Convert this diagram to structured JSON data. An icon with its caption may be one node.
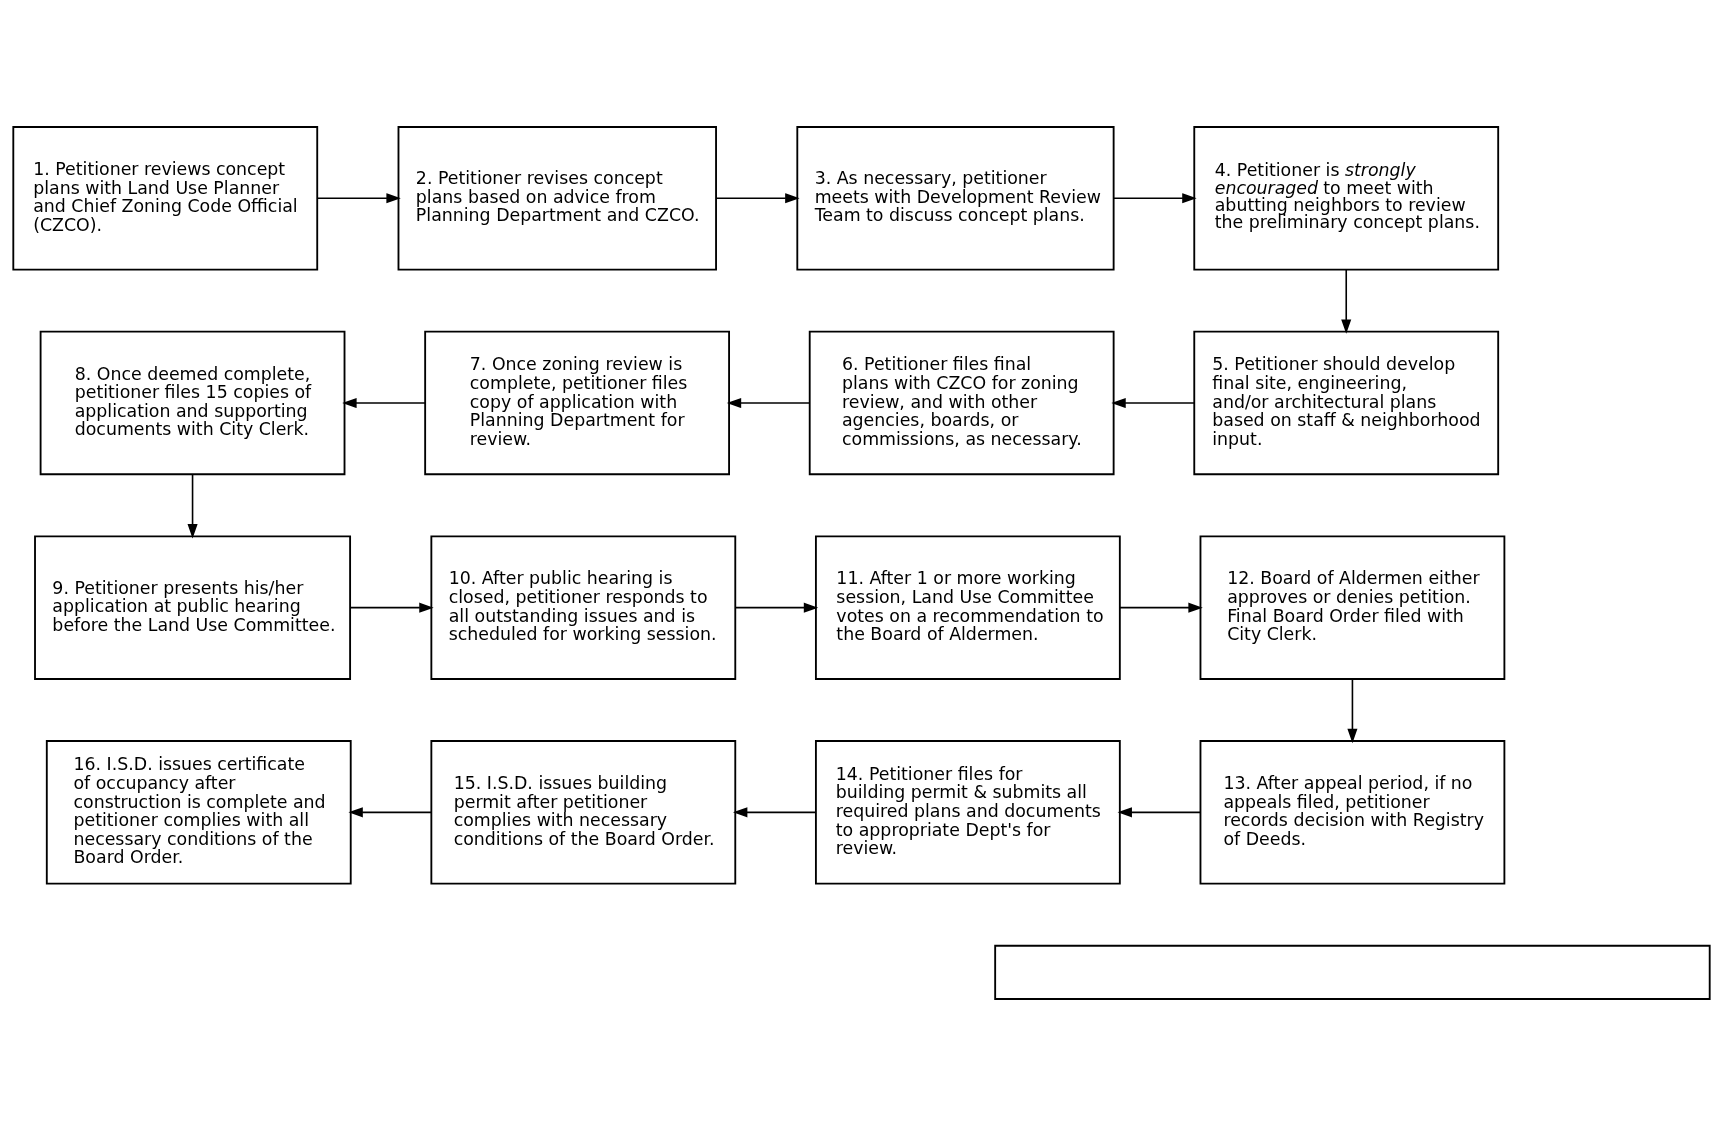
{
  "diagram": {
    "nodes": [
      {
        "text": [
          "1. Petitioner reviews concept plans with Land Use Planner and Chief Zoning Code Official (CZCO)."
        ]
      },
      {
        "text": [
          "2. Petitioner revises concept plans based on advice from Planning Department and CZCO."
        ]
      },
      {
        "text": [
          "3. As necessary, petitioner meets with Development Review Team to discuss concept plans."
        ]
      },
      {
        "text": [
          "4. Petitioner is *strongly* *encouraged* to meet with abutting neighbors to review the preliminary concept plans."
        ]
      },
      {
        "text": [
          "5. Petitioner should develop final site, engineering, and/or architectural plans based on staff & neighborhood input."
        ]
      },
      {
        "text": [
          "6. Petitioner files final plans with CZCO for zoning review, and with other agencies, boards, or commissions, as necessary."
        ]
      },
      {
        "text": [
          "7. Once zoning review is complete, petitioner files copy of application with Planning Department for review."
        ]
      },
      {
        "text": [
          "8. Once deemed complete, petitioner files 15 copies of application and supporting documents with City Clerk."
        ]
      },
      {
        "text": [
          "9. Petitioner presents his/her application at public hearing before the Land Use Committee."
        ]
      },
      {
        "text": [
          "10. After public hearing is closed, petitioner responds to all outstanding issues and is scheduled for working session."
        ]
      },
      {
        "text": [
          "11. After 1 or more working session, Land Use Committee votes on a recommendation to the Board of Aldermen."
        ]
      },
      {
        "text": [
          "12. Board of Aldermen either approves or denies petition. Final Board Order filed with City Clerk."
        ]
      },
      {
        "text": [
          "13. After appeal period, if no appeals filed, petitioner records decision with Registry of Deeds."
        ]
      },
      {
        "text": [
          "14. Petitioner files for building permit & submits all required plans and documents to appropriate Dept's for review."
        ]
      },
      {
        "text": [
          "15. I.S.D. issues building permit after petitioner complies with necessary conditions of the Board Order."
        ]
      },
      {
        "text": [
          "16. I.S.D. issues certificate of occupancy after construction is complete and petitioner complies with all necessary conditions of the Board Order."
        ]
      },
      {
        "text": [],
        "shape": "box"
      }
    ],
    "edges": [
      {
        "from": 0,
        "to": 1,
        "arrow": "to"
      },
      {
        "from": 1,
        "to": 2,
        "arrow": "to"
      },
      {
        "from": 2,
        "to": 3,
        "arrow": "to"
      },
      {
        "from": 3,
        "to": 4,
        "arrow": "to"
      },
      {
        "from": 4,
        "to": 5,
        "arrow": "to"
      },
      {
        "from": 5,
        "to": 6,
        "arrow": "to"
      },
      {
        "from": 6,
        "to": 7,
        "arrow": "to"
      },
      {
        "from": 7,
        "to": 8,
        "arrow": "to"
      },
      {
        "from": 8,
        "to": 9,
        "arrow": "to"
      },
      {
        "from": 9,
        "to": 10,
        "arrow": "to"
      },
      {
        "from": 10,
        "to": 11,
        "arrow": "to"
      },
      {
        "from": 11,
        "to": 12,
        "arrow": "to"
      },
      {
        "from": 12,
        "to": 13,
        "arrow": "to"
      },
      {
        "from": 13,
        "to": 14,
        "arrow": "to"
      },
      {
        "from": 14,
        "to": 15,
        "arrow": "to"
      }
    ]
  }
}
